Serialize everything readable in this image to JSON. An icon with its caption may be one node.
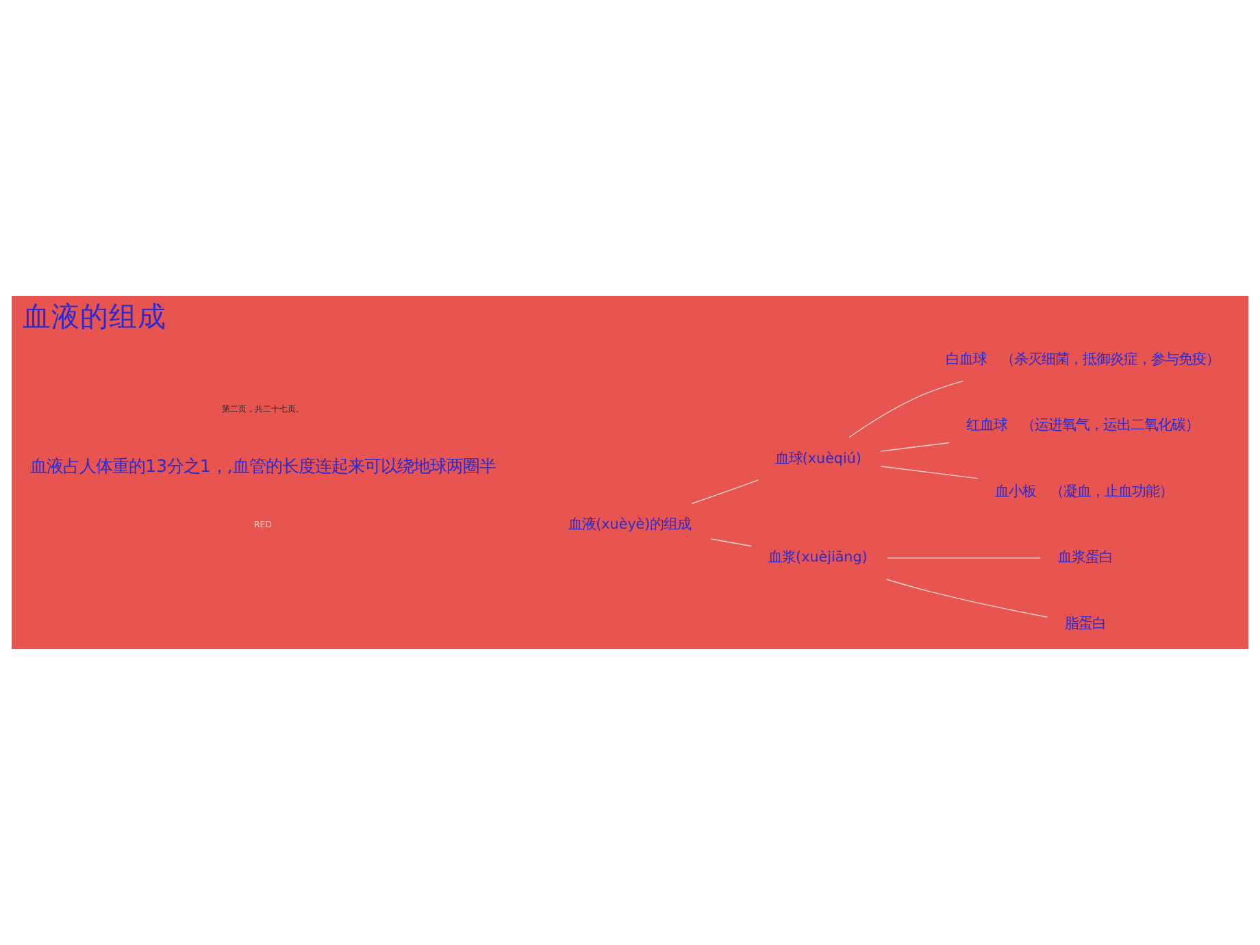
{
  "diagram": {
    "title": "血液的组成",
    "nodes": [
      {
        "text": [
          "血液(xuèyè)的组成"
        ]
      },
      {
        "text": [
          "血球(xuèqiú)"
        ]
      },
      {
        "text": [
          "血浆(xuèjiāng)"
        ]
      },
      {
        "text": [
          "白血球"
        ],
        "beside": [
          "（杀灭细菌，抵御炎症，参与免疫）"
        ]
      },
      {
        "text": [
          "红血球"
        ],
        "beside": [
          "（运进氧气，运出二氧化碳）"
        ]
      },
      {
        "text": [
          "血小板"
        ],
        "beside": [
          "（凝血，止血功能）"
        ]
      },
      {
        "text": [
          "血浆蛋白"
        ]
      },
      {
        "text": [
          "脂蛋白"
        ]
      }
    ],
    "edges": [
      {
        "from": 0,
        "to": 1,
        "arrow": "none"
      },
      {
        "from": 0,
        "to": 2,
        "arrow": "none"
      },
      {
        "from": 1,
        "to": 3,
        "arrow": "none"
      },
      {
        "from": 1,
        "to": 4,
        "arrow": "none"
      },
      {
        "from": 1,
        "to": 5,
        "arrow": "none"
      },
      {
        "from": 2,
        "to": 6,
        "arrow": "none"
      },
      {
        "from": 2,
        "to": 7,
        "arrow": "none"
      }
    ],
    "labels": [
      "RED",
      "血液占人体重的13分之1，,血管的长度连起来可以绕地球两圈半",
      "第二页，共二十七页。"
    ]
  }
}
